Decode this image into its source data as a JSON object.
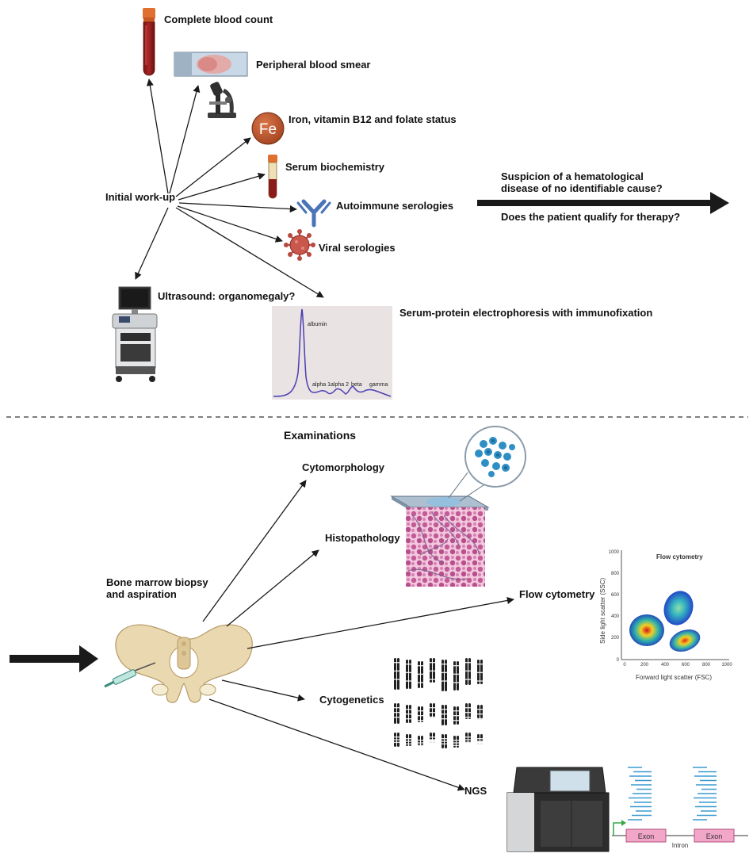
{
  "top": {
    "hub": "Initial work-up",
    "tests": {
      "cbc": "Complete blood count",
      "smear": "Peripheral blood smear",
      "iron": "Iron, vitamin B12 and folate status",
      "biochem": "Serum biochemistry",
      "autoimmune": "Autoimmune serologies",
      "viral": "Viral serologies",
      "ultrasound": "Ultrasound: organomegaly?",
      "spep": "Serum-protein electrophoresis with immunofixation"
    },
    "fe_symbol": "Fe",
    "questions": {
      "q1_line1": "Suspicion of a hematological",
      "q1_line2": "disease of no identifiable cause?",
      "q2": "Does the patient qualify for therapy?"
    },
    "electrophoresis_labels": {
      "albumin": "albumin",
      "alpha1": "alpha 1",
      "alpha2": "alpha 2",
      "beta": "beta",
      "gamma": "gamma"
    }
  },
  "bottom": {
    "section_title": "Examinations",
    "hub_line1": "Bone marrow biopsy",
    "hub_line2": "and aspiration",
    "exams": {
      "cytomorphology": "Cytomorphology",
      "histopathology": "Histopathology",
      "flow": "Flow cytometry",
      "cytogenetics": "Cytogenetics",
      "ngs": "NGS"
    },
    "flow_plot": {
      "title": "Flow cytometry",
      "xlabel": "Forward light scatter (FSC)",
      "ylabel": "Side light scatter (SSC)",
      "ticks": [
        "0",
        "200",
        "400",
        "600",
        "800",
        "1000"
      ]
    },
    "ngs_panel": {
      "exon1": "Exon",
      "exon2": "Exon",
      "intron": "Intron"
    }
  },
  "colors": {
    "arrow": "#1a1a1a",
    "fe_badge": "#b5522e",
    "antibody": "#4a73b8",
    "virus": "#b9483f",
    "exon": "#f2a6c8",
    "bone": "#ead9b0",
    "histo": "#e7a3cc"
  }
}
